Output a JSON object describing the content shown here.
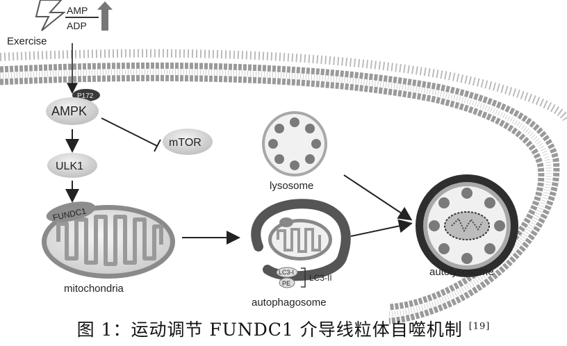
{
  "figure": {
    "trigger": {
      "label": "Exercise",
      "ratio_numerator": "AMP",
      "ratio_denominator": "ADP"
    },
    "nodes": {
      "phospho_badge": "P172",
      "ampk": "AMPK",
      "mtor": "mTOR",
      "ulk1": "ULK1",
      "fundc1": "FUNDC1",
      "mitochondria": "mitochondria",
      "lysosome": "lysosome",
      "autophagosome": "autophagosome",
      "lc3_i": "LC3-I",
      "pe": "PE",
      "lc3_ii": "LC3-II",
      "autolysosome": "autolysosome"
    }
  },
  "caption": {
    "text": "图 1：运动调节 FUNDC1 介导线粒体自噬机制",
    "ref": "[19]"
  }
}
